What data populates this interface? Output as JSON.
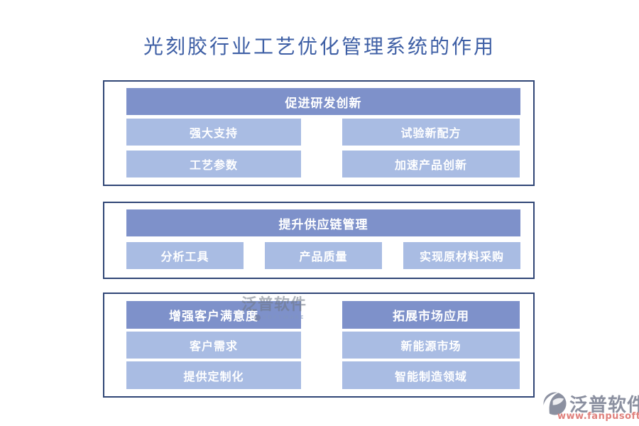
{
  "title": "光刻胶行业工艺优化管理系统的作用",
  "colors": {
    "panel_border": "#304676",
    "header_bar": "#7e91ca",
    "item_bar": "#a9bce3",
    "bar_text": "#ffffff",
    "title_text": "#3e5fa5",
    "logo_gray": "#8b90a0",
    "logo_url_color": "#e0807c"
  },
  "panel1": {
    "header": "促进研发创新",
    "items": [
      "强大支持",
      "试验新配方",
      "工艺参数",
      "加速产品创新"
    ]
  },
  "panel2": {
    "header": "提升供应链管理",
    "items": [
      "分析工具",
      "产品质量",
      "实现原材料采购"
    ]
  },
  "panel3": {
    "left": {
      "header": "增强客户满意度",
      "items": [
        "客户需求",
        "提供定制化"
      ]
    },
    "right": {
      "header": "拓展市场应用",
      "items": [
        "新能源市场",
        "智能制造领域"
      ]
    }
  },
  "watermark": {
    "text": "泛普软件",
    "subtext": "SOFTWARE"
  },
  "logo": {
    "name": "泛普软件",
    "url": "www.fanpusoft.com",
    "icon": "fanpu-circle-logo"
  }
}
